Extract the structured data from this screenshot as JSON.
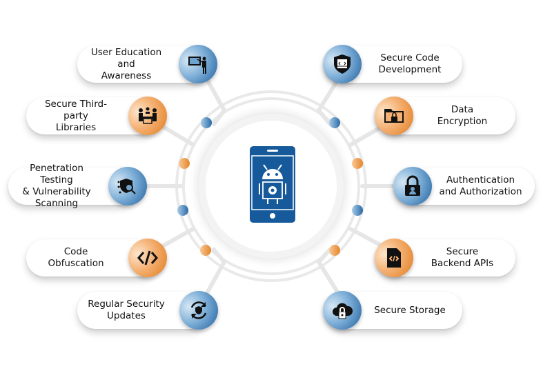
{
  "center": {
    "icon": "android-phone-gear-icon"
  },
  "colors": {
    "blue": "#1f5f9e",
    "orange": "#e07a1c"
  },
  "left_items": [
    {
      "label": "User Education and Awareness",
      "lines": [
        "User Education and",
        "Awareness"
      ],
      "icon": "teacher-board-icon",
      "color": "blue"
    },
    {
      "label": "Secure Third-party Libraries",
      "lines": [
        "Secure Third-party",
        "Libraries"
      ],
      "icon": "meeting-table-icon",
      "color": "orange"
    },
    {
      "label": "Penetration Testing & Vulnerability Scanning",
      "lines": [
        "Penetration Testing",
        "& Vulnerability",
        "Scanning"
      ],
      "icon": "shield-search-icon",
      "color": "blue"
    },
    {
      "label": "Code Obfuscation",
      "lines": [
        "Code Obfuscation"
      ],
      "icon": "code-brackets-icon",
      "color": "orange"
    },
    {
      "label": "Regular Security Updates",
      "lines": [
        "Regular Security",
        "Updates"
      ],
      "icon": "shield-refresh-icon",
      "color": "blue"
    }
  ],
  "right_items": [
    {
      "label": "Secure Code Development",
      "lines": [
        "Secure Code",
        "Development"
      ],
      "icon": "code-shield-icon",
      "color": "blue"
    },
    {
      "label": "Data Encryption",
      "lines": [
        "Data",
        "Encryption"
      ],
      "icon": "folder-lock-icon",
      "color": "orange"
    },
    {
      "label": "Authentication and Authorization",
      "lines": [
        "Authentication",
        "and Authorization"
      ],
      "icon": "padlock-user-icon",
      "color": "blue"
    },
    {
      "label": "Secure Backend APIs",
      "lines": [
        "Secure",
        "Backend APIs"
      ],
      "icon": "code-file-icon",
      "color": "orange"
    },
    {
      "label": "Secure Storage",
      "lines": [
        "Secure Storage"
      ],
      "icon": "cloud-lock-icon",
      "color": "blue"
    }
  ]
}
